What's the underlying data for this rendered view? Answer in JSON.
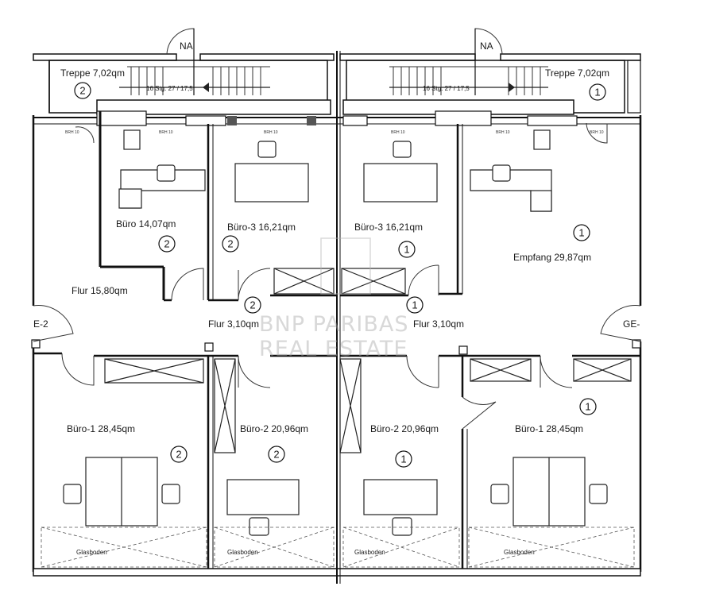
{
  "labels": {
    "na_left": "NA",
    "na_right": "NA",
    "treppe_left": "Treppe 7,02qm",
    "treppe_right": "Treppe 7,02qm",
    "stairs_left": "16 Stg. 27 / 17,5",
    "stairs_right": "16 Stg. 27 / 17,5",
    "buero_small": "Büro 14,07qm",
    "buero3_left": "Büro-3 16,21qm",
    "buero3_right": "Büro-3 16,21qm",
    "empfang": "Empfang 29,87qm",
    "flur_large": "Flur 15,80qm",
    "flur_left": "Flur 3,10qm",
    "flur_right": "Flur 3,10qm",
    "ge_left": "E-2",
    "ge_right": "GE-",
    "buero1_left": "Büro-1 28,45qm",
    "buero2_left": "Büro-2 20,96qm",
    "buero2_right": "Büro-2 20,96qm",
    "buero1_right": "Büro-1 28,45qm",
    "glasboden_1": "Glasboden",
    "glasboden_2": "Glasboden",
    "glasboden_3": "Glasboden",
    "glasboden_4": "Glasboden",
    "brh_1": "BRH 10",
    "brh_2": "BRH 10",
    "brh_3": "BRH 10",
    "brh_4": "BRH 10",
    "brh_5": "BRH 10",
    "brh_6": "BRH 10"
  },
  "markers": {
    "treppe_left": "2",
    "treppe_right": "1",
    "buero_small": "2",
    "buero3_left": "2",
    "buero3_right": "1",
    "empfang": "1",
    "flur_left": "2",
    "flur_right": "1",
    "buero1_left": "2",
    "buero2_left": "2",
    "buero2_right": "1",
    "buero1_right": "1"
  },
  "watermark": {
    "line1": "BNP PARIBAS",
    "line2": "REAL ESTATE"
  }
}
